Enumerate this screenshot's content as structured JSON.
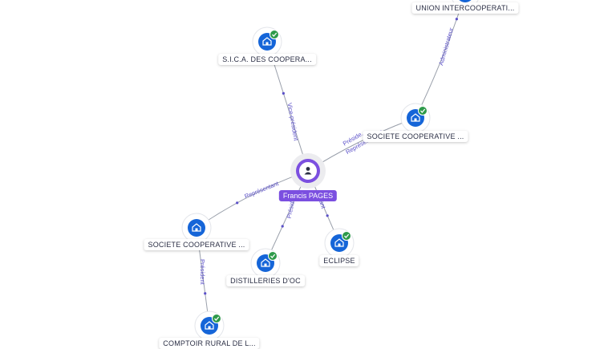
{
  "colors": {
    "edge": "#9aa0ab",
    "edge_label": "#5a4fc8",
    "company_node": "#1565d8",
    "verified_badge": "#2e9a4a",
    "person_node": "#7b4fe0"
  },
  "person": {
    "name": "Francis PAGES",
    "icon": "user-icon"
  },
  "companies": [
    {
      "id": "sica",
      "label": "S.I.C.A. DES COOPERA...",
      "verified": true,
      "icon": "building-icon"
    },
    {
      "id": "union",
      "label": "UNION INTERCOOPERATI...",
      "verified": false,
      "icon": "building-icon"
    },
    {
      "id": "sc-right",
      "label": "SOCIETE COOPERATIVE ...",
      "verified": true,
      "icon": "building-icon"
    },
    {
      "id": "sc-left",
      "label": "SOCIETE COOPERATIVE ...",
      "verified": false,
      "icon": "building-icon"
    },
    {
      "id": "distilleries",
      "label": "DISTILLERIES D'OC",
      "verified": true,
      "icon": "building-icon"
    },
    {
      "id": "eclipse",
      "label": "ECLIPSE",
      "verified": true,
      "icon": "building-icon"
    },
    {
      "id": "comptoir",
      "label": "COMPTOIR RURAL DE L...",
      "verified": true,
      "icon": "building-icon"
    }
  ],
  "edges": [
    {
      "from": "person",
      "to": "sica",
      "label": "Vice-président"
    },
    {
      "from": "person",
      "to": "sc-right",
      "label": "Préside..."
    },
    {
      "from": "person",
      "to": "sc-right",
      "label": "Représe..."
    },
    {
      "from": "sc-right",
      "to": "union",
      "label": "Administrateur"
    },
    {
      "from": "person",
      "to": "sc-left",
      "label": "Représentant"
    },
    {
      "from": "person",
      "to": "distilleries",
      "label": "Président"
    },
    {
      "from": "person",
      "to": "eclipse",
      "label": "Gérant"
    },
    {
      "from": "sc-left",
      "to": "comptoir",
      "label": "Président"
    }
  ]
}
